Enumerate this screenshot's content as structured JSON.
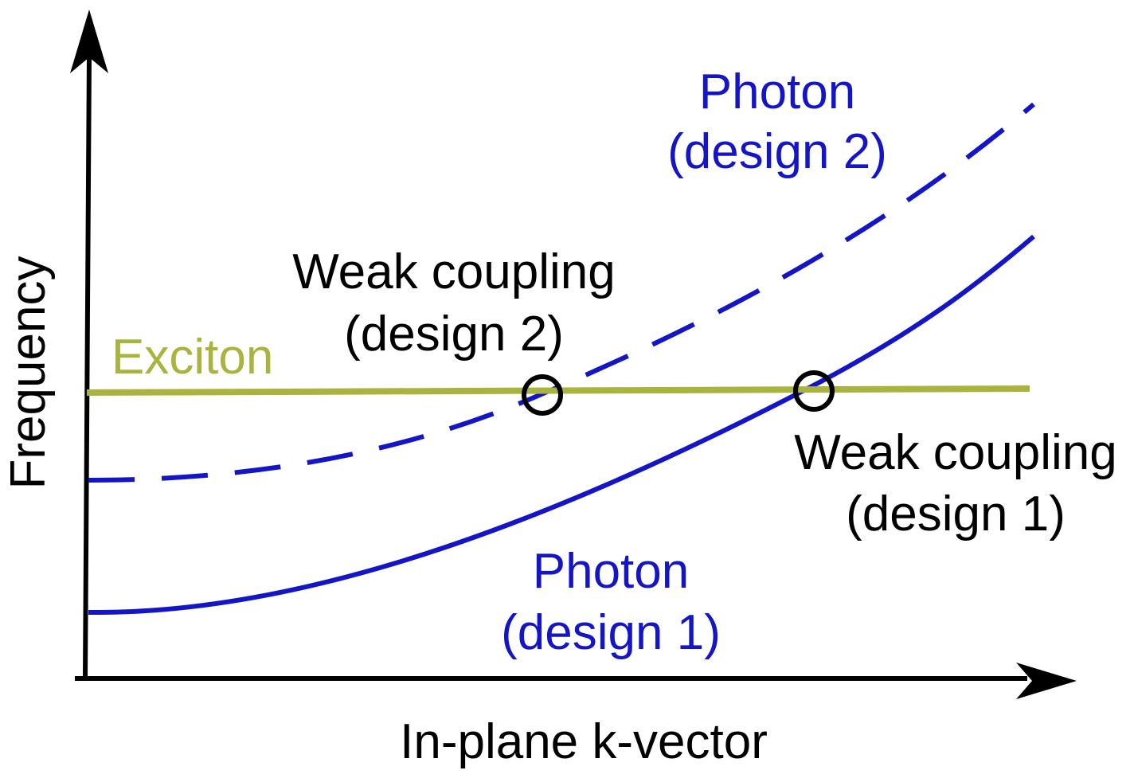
{
  "colors": {
    "axis": "#000000",
    "photon": "#1515c8",
    "exciton": "#a9b33d",
    "marker": "#000000",
    "text": "#000000"
  },
  "axes": {
    "x_label": "In-plane k-vector",
    "y_label": "Frequency"
  },
  "curves": {
    "exciton": {
      "label": "Exciton",
      "style": "solid"
    },
    "photon_design_1": {
      "label_line1": "Photon",
      "label_line2": "(design 1)",
      "style": "solid"
    },
    "photon_design_2": {
      "label_line1": "Photon",
      "label_line2": "(design 2)",
      "style": "dashed"
    }
  },
  "crossings": {
    "design_2": {
      "label_line1": "Weak coupling",
      "label_line2": "(design 2)"
    },
    "design_1": {
      "label_line1": "Weak coupling",
      "label_line2": "(design 1)"
    }
  }
}
